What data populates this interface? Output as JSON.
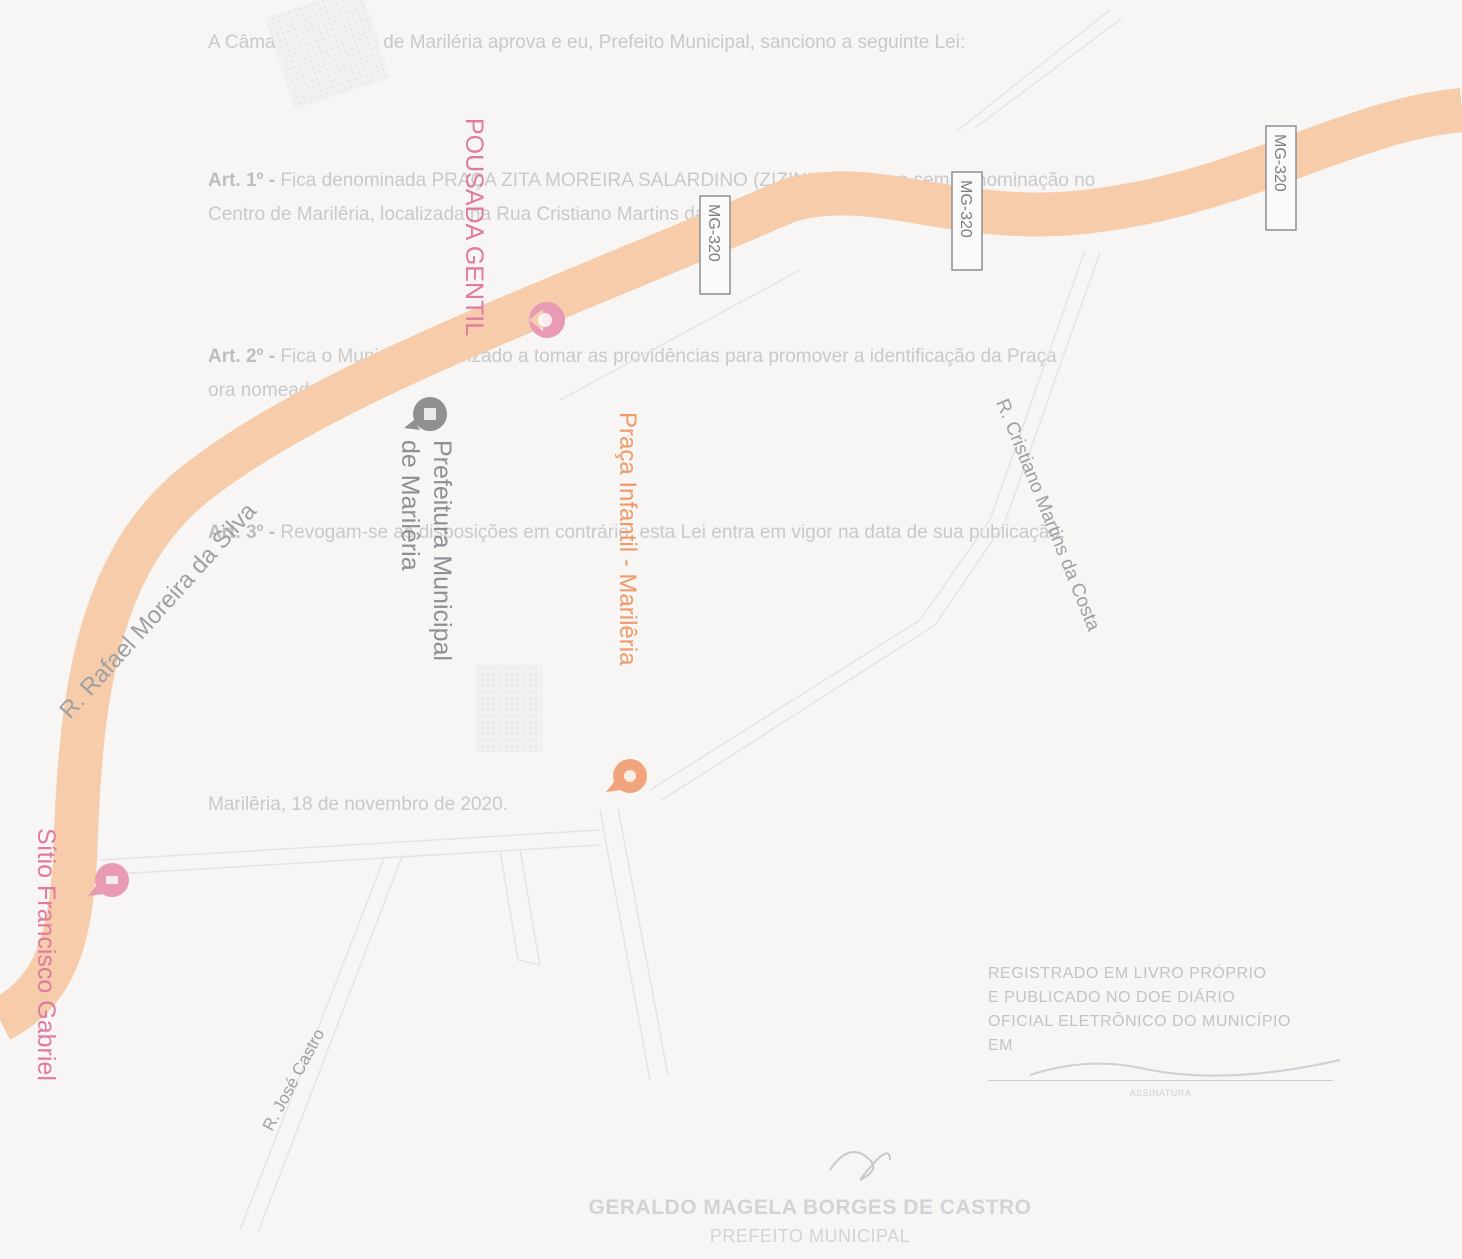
{
  "document": {
    "intro": "A Câmara Municipal de Mariléria aprova e eu, Prefeito Municipal, sanciono a seguinte Lei:",
    "art1_label": "Art. 1º -",
    "art1_line1": "Fica denominada PRAÇA ZITA MOREIRA SALARDINO (ZIZINHA) a praça sem denominação no",
    "art1_line2": "Centro de Marilêria, localizada na Rua Cristiano Martins da Costa.",
    "art2_label": "Art. 2º -",
    "art2_line1": "Fica o Município autorizado a tomar as providências para promover a identificação da Praça",
    "art2_line2": "ora nomeada.",
    "art3_label": "Art. 3º -",
    "art3_line": "Revogam-se as disposições em contrário, esta Lei entra em vigor na data de sua publicação.",
    "date_line": "Marilêria, 18 de novembro de 2020.",
    "stamp_line1": "REGISTRADO EM LIVRO PRÓPRIO",
    "stamp_line2": "E PUBLICADO NO DOE DIÁRIO",
    "stamp_line3": "OFICIAL ELETRÔNICO DO MUNICÍPIO",
    "stamp_line4": "EM",
    "stamp_caption": "ASSINATURA",
    "signer_name": "GERALDO MAGELA BORGES DE CASTRO",
    "signer_role": "PREFEITO MUNICIPAL"
  },
  "map": {
    "highway_color": "#f6ccaa",
    "pin_pink": "#e89bb3",
    "pin_orange": "#f0a57c",
    "pin_gray": "#8f9092",
    "label_pink": "#e07aa0",
    "label_orange": "#ef9a68",
    "label_gray": "#8e8f93",
    "roads": [
      {
        "name": "R. Rafael Moreira da Silva"
      },
      {
        "name": "R. Cristiano Martins da Costa"
      },
      {
        "name": "R. José Castro"
      }
    ],
    "shields": [
      {
        "label": "MG-320"
      },
      {
        "label": "MG-320"
      },
      {
        "label": "MG-320"
      }
    ],
    "places": [
      {
        "name": "POUSADA GENTIL",
        "icon": "hotel-pin-icon"
      },
      {
        "name": "Prefeitura Municipal",
        "name2": "de Marilêria",
        "icon": "government-pin-icon"
      },
      {
        "name": "Praça Infantil - Marilêria",
        "icon": "playground-pin-icon"
      },
      {
        "name": "Sítio Francisco Gabriel",
        "icon": "farm-pin-icon"
      }
    ]
  }
}
